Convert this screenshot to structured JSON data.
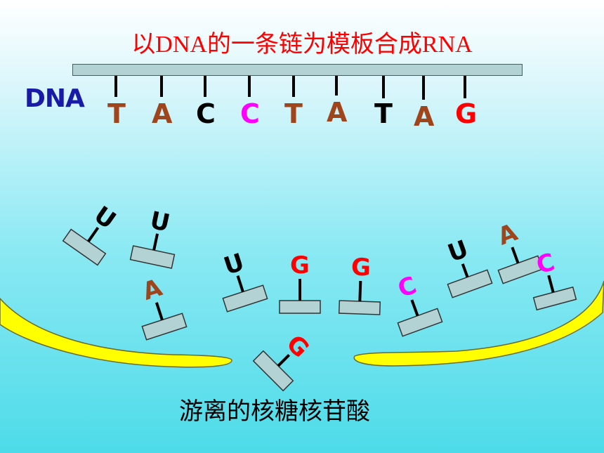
{
  "title": "以DNA的一条链为模板合成RNA",
  "dna_label": "DNA",
  "caption": "游离的核糖核苷酸",
  "colors": {
    "T": "#a0441c",
    "A": "#a0441c",
    "C_black": "#000000",
    "C_pink": "#ff00ff",
    "G": "#ff0000",
    "U": "#000000",
    "bar": "#b3d2d4",
    "membrane": "#ffff00"
  },
  "dna_bases": [
    {
      "letter": "T",
      "color": "#a0441c"
    },
    {
      "letter": "A",
      "color": "#a0441c"
    },
    {
      "letter": "C",
      "color": "#000000"
    },
    {
      "letter": "C",
      "color": "#ff00ff"
    },
    {
      "letter": "T",
      "color": "#a0441c"
    },
    {
      "letter": "A",
      "color": "#a0441c"
    },
    {
      "letter": "T",
      "color": "#000000"
    },
    {
      "letter": "A",
      "color": "#a0441c"
    },
    {
      "letter": "G",
      "color": "#ff0000"
    }
  ],
  "nucleotides": [
    {
      "letter": "U",
      "color": "#000000"
    },
    {
      "letter": "U",
      "color": "#000000"
    },
    {
      "letter": "A",
      "color": "#a0441c"
    },
    {
      "letter": "U",
      "color": "#000000"
    },
    {
      "letter": "G",
      "color": "#ff0000"
    },
    {
      "letter": "G",
      "color": "#ff0000"
    },
    {
      "letter": "C",
      "color": "#ff00ff"
    },
    {
      "letter": "U",
      "color": "#000000"
    },
    {
      "letter": "A",
      "color": "#a0441c"
    },
    {
      "letter": "C",
      "color": "#ff00ff"
    },
    {
      "letter": "G",
      "color": "#ff0000"
    }
  ]
}
